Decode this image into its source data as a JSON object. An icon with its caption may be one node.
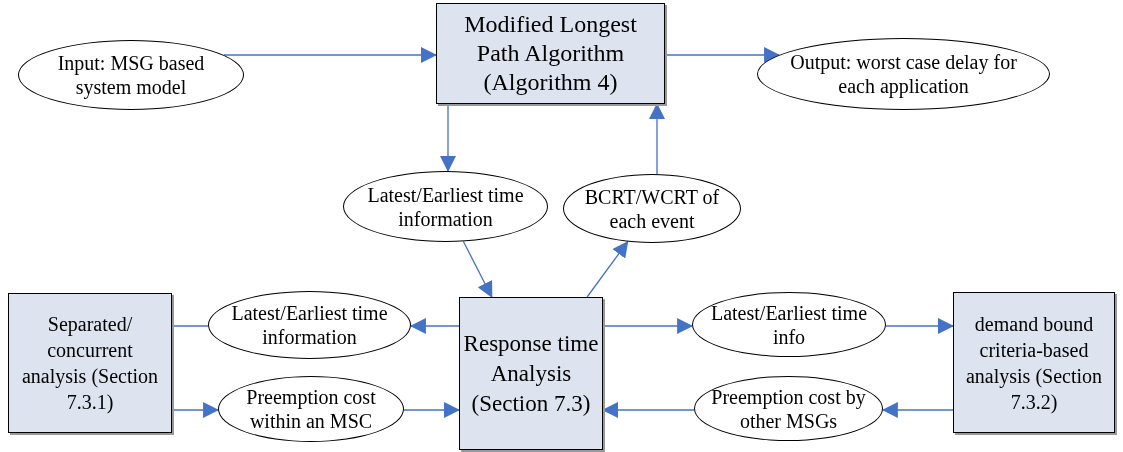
{
  "diagram": {
    "nodes": [
      {
        "text": [
          "Input: MSG based system model"
        ]
      },
      {
        "text": [
          "Modified Longest Path Algorithm (Algorithm 4)"
        ]
      },
      {
        "text": [
          "Output: worst case delay for each application"
        ]
      },
      {
        "text": [
          "Latest/Earliest time information"
        ]
      },
      {
        "text": [
          "BCRT/WCRT of each event"
        ]
      },
      {
        "text": [
          "Separated/ concurrent analysis (Section 7.3.1)"
        ]
      },
      {
        "text": [
          "Latest/Earliest time information"
        ]
      },
      {
        "text": [
          "Preemption cost within an MSC"
        ]
      },
      {
        "text": [
          "Response time Analysis (Section 7.3)"
        ]
      },
      {
        "text": [
          "Latest/Earliest time info"
        ]
      },
      {
        "text": [
          "Preemption cost by other MSGs"
        ]
      },
      {
        "text": [
          "demand bound criteria-based analysis (Section 7.3.2)"
        ]
      }
    ],
    "edges": [
      {
        "from": 0,
        "to": 1,
        "arrow": "to"
      },
      {
        "from": 1,
        "to": 2,
        "arrow": "to"
      },
      {
        "from": 1,
        "to": 3,
        "arrow": "to"
      },
      {
        "from": 4,
        "to": 1,
        "arrow": "to"
      },
      {
        "from": 3,
        "to": 8,
        "arrow": "to"
      },
      {
        "from": 8,
        "to": 4,
        "arrow": "to"
      },
      {
        "from": 8,
        "to": 6,
        "arrow": "to"
      },
      {
        "from": 6,
        "to": 5,
        "arrow": "none"
      },
      {
        "from": 5,
        "to": 7,
        "arrow": "to"
      },
      {
        "from": 7,
        "to": 8,
        "arrow": "to"
      },
      {
        "from": 8,
        "to": 9,
        "arrow": "to"
      },
      {
        "from": 9,
        "to": 11,
        "arrow": "to"
      },
      {
        "from": 11,
        "to": 10,
        "arrow": "to"
      },
      {
        "from": 10,
        "to": 8,
        "arrow": "to"
      }
    ]
  }
}
